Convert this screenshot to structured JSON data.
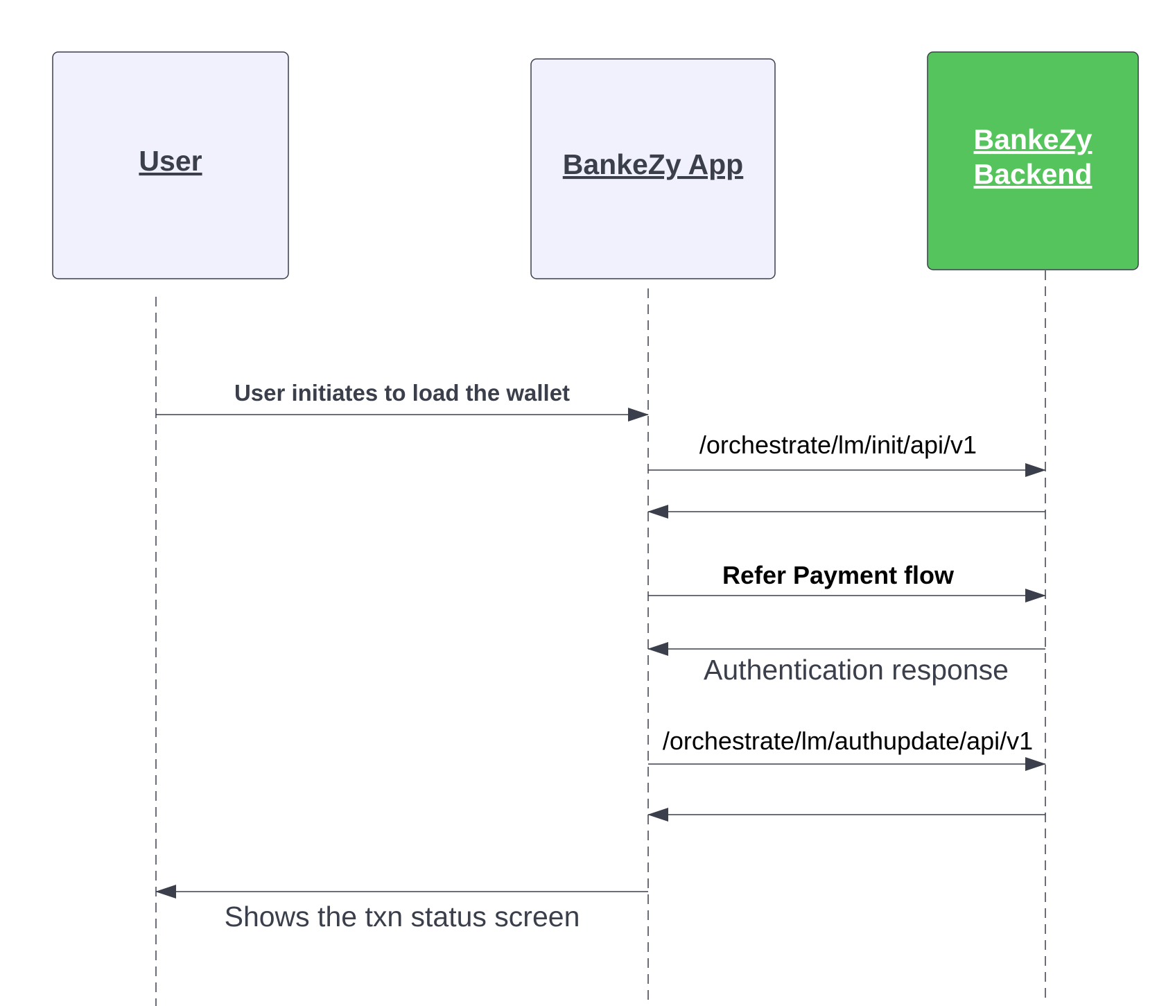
{
  "participants": {
    "user": {
      "label": "User"
    },
    "app": {
      "label": "BankeZy App"
    },
    "backend": {
      "label_line1": "BankeZy",
      "label_line2": "Backend"
    }
  },
  "messages": {
    "m1": {
      "label": "User initiates to load the wallet"
    },
    "m2": {
      "label": "/orchestrate/lm/init/api/v1"
    },
    "m4": {
      "label": "Refer Payment flow"
    },
    "m5": {
      "label": "Authentication response"
    },
    "m6": {
      "label": "/orchestrate/lm/authupdate/api/v1"
    },
    "m8": {
      "label": "Shows the txn status screen"
    }
  },
  "colors": {
    "participant_fill": "#f1f1fd",
    "participant_stroke": "#3a3f4b",
    "backend_fill": "#55c45c",
    "backend_text": "#ffffff",
    "line": "#3a3f4b",
    "text_dark": "#000000",
    "text_slate": "#3a3f4b"
  }
}
